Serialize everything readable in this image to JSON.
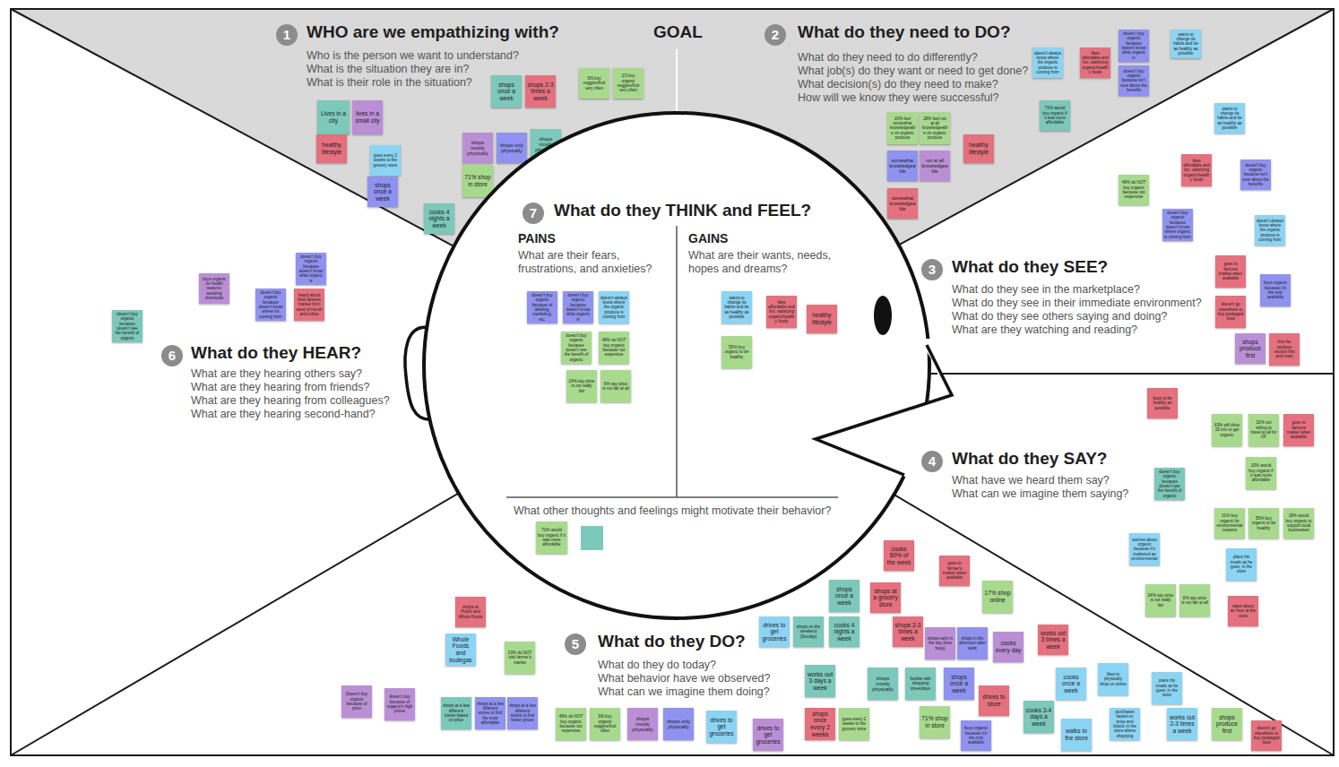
{
  "diagram": {
    "nodes": [
      {
        "text": [
          "1",
          "WHO are we empathizing with?",
          "Who is the person we want to understand?",
          "What is the situation they are in?",
          "What is their role in the situation?"
        ]
      },
      {
        "text": [
          "Lives in a city"
        ],
        "in": 0
      },
      {
        "text": [
          "lives in a small city"
        ],
        "in": 0
      },
      {
        "text": [
          "healthy lifestyle"
        ],
        "in": 0
      },
      {
        "text": [
          "goes every 2 weeks to the grocery store"
        ],
        "in": 0
      },
      {
        "text": [
          "shops once a week"
        ],
        "in": 0
      },
      {
        "text": [
          "shops once a week"
        ],
        "in": 0
      },
      {
        "text": [
          "shops 2-3 times a week"
        ],
        "in": 0
      },
      {
        "text": [
          "5/6 buy veggies/fruit very often"
        ],
        "in": 0
      },
      {
        "text": [
          "2/3 buy organic veggies/fruit very often"
        ],
        "in": 0
      },
      {
        "text": [
          "shops mostly physically"
        ],
        "in": 0
      },
      {
        "text": [
          "shops only physically"
        ],
        "in": 0
      },
      {
        "text": [
          "shops mostly physically"
        ],
        "in": 0
      },
      {
        "text": [
          "71% shop in store"
        ],
        "in": 0
      },
      {
        "text": [
          "cooks 4 nights a week"
        ],
        "in": 0
      },
      {
        "text": [
          "2",
          "What do they need to DO?",
          "What do they need to do differently?",
          "What job(s) do they want or need to get done?",
          "What decision(s) do they need to make?",
          "How will we know they were successful?"
        ]
      },
      {
        "text": [
          "20% feel somewhat knowledgeable on organic produce"
        ],
        "in": 15
      },
      {
        "text": [
          "28% feel not at all knowledgeable on organic produce"
        ],
        "in": 15
      },
      {
        "text": [
          "healthy lifestyle"
        ],
        "in": 15
      },
      {
        "text": [
          "somewhat knowledgeable"
        ],
        "in": 15
      },
      {
        "text": [
          "not at all knowledgeable"
        ],
        "in": 15
      },
      {
        "text": [
          "somewhat knowledgeable"
        ],
        "in": 15
      },
      {
        "text": [
          "doesn't always know where the organic produce is coming from"
        ],
        "in": 15
      },
      {
        "text": [
          "likes affordable and fun, satisfying organic/healthy foods"
        ],
        "in": 15
      },
      {
        "text": [
          "doesn't buy organic because doesn't know what organic is"
        ],
        "in": 15
      },
      {
        "text": [
          "wants to change its habits and be as healthy as possible"
        ],
        "in": 15
      },
      {
        "text": [
          "doesn't buy organic because isn't sure about the benefits"
        ],
        "in": 15
      },
      {
        "text": [
          "71% would buy organic if it was more affordable"
        ],
        "in": 15
      },
      {
        "text": [
          "wants to change its habits and be as healthy as possible"
        ],
        "in": 15
      },
      {
        "text": [
          "49% do NOT buy organic because too expensive"
        ],
        "in": 15
      },
      {
        "text": [
          "likes affordable and fun, satisfying organic/healthy foods"
        ],
        "in": 15
      },
      {
        "text": [
          "doesn't buy organic because isn't sure about the benefits"
        ],
        "in": 15
      },
      {
        "text": [
          "doesn't buy organic because doesn't know where organic is coming from"
        ],
        "in": 15
      },
      {
        "text": [
          "doesn't always know where the organic produce is coming from"
        ],
        "in": 15
      },
      {
        "text": [
          "6",
          "What do they HEAR?",
          "What are they hearing others say?",
          "What are they hearing from friends?",
          "What are they hearing from colleagues?",
          "What are they hearing second-hand?"
        ]
      },
      {
        "text": [
          "doesn't buy organic because doesn't see the benefit of organic"
        ],
        "in": 34
      },
      {
        "text": [
          "buys organic for health reasons, avoiding chemicals"
        ],
        "in": 34
      },
      {
        "text": [
          "doesn't buy organic because doesn't know what organic is"
        ],
        "in": 34
      },
      {
        "text": [
          "doesn't buy organic because doesn't know where it's coming from"
        ],
        "in": 34
      },
      {
        "text": [
          "heard about their farmers market from word of mouth and online"
        ],
        "in": 34
      },
      {
        "text": [
          "7",
          "What do they THINK and FEEL?"
        ]
      },
      {
        "text": [
          "PAINS",
          "What are their fears, frustrations, and anxieties?"
        ],
        "in": 40
      },
      {
        "text": [
          "doesn't buy organic because of labeling, marketing, etc."
        ],
        "in": 41
      },
      {
        "text": [
          "doesn't buy organic because doesn't know what organic is"
        ],
        "in": 41
      },
      {
        "text": [
          "doesn't always know where the organic produce is coming from"
        ],
        "in": 41
      },
      {
        "text": [
          "doesn't buy organic because doesn't see the benefit of organic"
        ],
        "in": 41
      },
      {
        "text": [
          "49% do NOT buy organic because too expensive"
        ],
        "in": 41
      },
      {
        "text": [
          "24% say price is not really fair"
        ],
        "in": 41
      },
      {
        "text": [
          "6% say price is not fair at all"
        ],
        "in": 41
      },
      {
        "text": [
          "GAINS",
          "What are their wants, needs, hopes and dreams?"
        ],
        "in": 40
      },
      {
        "text": [
          "wants to change its habits and be as healthy as possible"
        ],
        "in": 49
      },
      {
        "text": [
          "likes affordable and fun, satisfying organic/healthy foods"
        ],
        "in": 49
      },
      {
        "text": [
          "healthy lifestyle"
        ],
        "in": 49
      },
      {
        "text": [
          "55% buy organic to be healthy"
        ],
        "in": 49
      },
      {
        "text": [
          "What other thoughts and feelings might motivate their behavior?"
        ],
        "in": 40
      },
      {
        "text": [
          "71% would buy organic if it was more affordable"
        ],
        "in": 54
      },
      {
        "text": [
          "3",
          "What do they SEE?",
          "What do they see in the marketplace?",
          "What do they see in their immediate environment?",
          "What do they see others saying and doing?",
          "What are they watching and reading?"
        ]
      },
      {
        "text": [
          "goes to farmers market when available"
        ],
        "in": 56
      },
      {
        "text": [
          "buys organic because it's the only available"
        ],
        "in": 56
      },
      {
        "text": [
          "doesn't go elsewhere to buy packaged food"
        ],
        "in": 56
      },
      {
        "text": [
          "shops produce first"
        ],
        "in": 56
      },
      {
        "text": [
          "hits the produce section first and most"
        ],
        "in": 56
      },
      {
        "text": [
          "4",
          "What do they SAY?",
          "What have we heard them say?",
          "What can we imagine them saying?"
        ]
      },
      {
        "text": [
          "buys to be healthy as possible"
        ],
        "in": 62
      },
      {
        "text": [
          "63% will drive 15 min to get organic"
        ],
        "in": 62
      },
      {
        "text": [
          "32% not willing to travel at all for OF"
        ],
        "in": 62
      },
      {
        "text": [
          "goes to farmers market when available"
        ],
        "in": 62
      },
      {
        "text": [
          "doesn't buy organic because doesn't see the benefit of organic"
        ],
        "in": 62
      },
      {
        "text": [
          "33% would buy organic if it was more affordable"
        ],
        "in": 62
      },
      {
        "text": [
          "31% buy organic for environmental reasons"
        ],
        "in": 62
      },
      {
        "text": [
          "55% buy organic to be healthy"
        ],
        "in": 62
      },
      {
        "text": [
          "18% would buy organic to support local businesses"
        ],
        "in": 62
      },
      {
        "text": [
          "worries about organic because it's marketed as environmental"
        ],
        "in": 62
      },
      {
        "text": [
          "plans his meals as he goes, in the store"
        ],
        "in": 62
      },
      {
        "text": [
          "24% say price is not really fair"
        ],
        "in": 62
      },
      {
        "text": [
          "6% say price is not fair at all"
        ],
        "in": 62
      },
      {
        "text": [
          "takes about an hour at the store"
        ],
        "in": 62
      },
      {
        "text": [
          "5",
          "What do they DO?",
          "What do they do today?",
          "What behavior have we observed?",
          "What can we imagine them doing?"
        ]
      },
      {
        "text": [
          "cooks 80% of the week"
        ],
        "in": 77
      },
      {
        "text": [
          "goes to farmer's market when available"
        ],
        "in": 77
      },
      {
        "text": [
          "17% shop online"
        ],
        "in": 77
      },
      {
        "text": [
          "shops once a week"
        ],
        "in": 77
      },
      {
        "text": [
          "shops at a grocery store"
        ],
        "in": 77
      },
      {
        "text": [
          "drives to get groceries"
        ],
        "in": 77
      },
      {
        "text": [
          "shops on the weekend (Sunday)"
        ],
        "in": 77
      },
      {
        "text": [
          "cooks 4 nights a week"
        ],
        "in": 77
      },
      {
        "text": [
          "shops 2-3 times a week"
        ],
        "in": 77
      },
      {
        "text": [
          "shops early in the day (less busy)"
        ],
        "in": 77
      },
      {
        "text": [
          "shops in the afternoon after work"
        ],
        "in": 77
      },
      {
        "text": [
          "cooks every day"
        ],
        "in": 77
      },
      {
        "text": [
          "works out 3 times a week"
        ],
        "in": 77
      },
      {
        "text": [
          "works out 3 days a week"
        ],
        "in": 77
      },
      {
        "text": [
          "shops mostly physically"
        ],
        "in": 77
      },
      {
        "text": [
          "flexible with shopping times/days"
        ],
        "in": 77
      },
      {
        "text": [
          "shops once a week"
        ],
        "in": 77
      },
      {
        "text": [
          "drives to store"
        ],
        "in": 77
      },
      {
        "text": [
          "cooks once a week"
        ],
        "in": 77
      },
      {
        "text": [
          "likes to physically shop vs online"
        ],
        "in": 77
      },
      {
        "text": [
          "plans his meals as he goes, in the store"
        ],
        "in": 77
      },
      {
        "text": [
          "cooks 3-4 days a week"
        ],
        "in": 77
      },
      {
        "text": [
          "71% shop in store"
        ],
        "in": 77
      },
      {
        "text": [
          "buys organic because it's the only available"
        ],
        "in": 77
      },
      {
        "text": [
          "walks to the store"
        ],
        "in": 77
      },
      {
        "text": [
          "purchases based on price and brand, in the store where shopping"
        ],
        "in": 77
      },
      {
        "text": [
          "works out 2-3 times a week"
        ],
        "in": 77
      },
      {
        "text": [
          "shops produce first"
        ],
        "in": 77
      },
      {
        "text": [
          "doesn't go elsewhere to buy packaged food"
        ],
        "in": 77
      },
      {
        "text": [
          "shops once every 2 weeks"
        ],
        "in": 77
      },
      {
        "text": [
          "goes every 2 weeks to the grocery store"
        ],
        "in": 77
      },
      {
        "text": [
          "drives to get groceries"
        ],
        "in": 77
      },
      {
        "text": [
          "drives to get groceries"
        ],
        "in": 77
      },
      {
        "text": [
          "shops mostly physically"
        ],
        "in": 77
      },
      {
        "text": [
          "shops only physically"
        ],
        "in": 77
      },
      {
        "text": [
          "49% do NOT buy organic because too expensive"
        ],
        "in": 77
      },
      {
        "text": [
          "5/6 buy organic veggies/fruit often"
        ],
        "in": 77
      },
      {
        "text": [
          "shops at Publix and Whole Foods"
        ],
        "in": 77
      },
      {
        "text": [
          "Whole Foods and bodegas"
        ],
        "in": 77
      },
      {
        "text": [
          "23% do NOT visit farmer's market"
        ],
        "in": 77
      },
      {
        "text": [
          "Doesn't buy organic because of price"
        ],
        "in": 77
      },
      {
        "text": [
          "doesn't buy because of organic's high prices"
        ],
        "in": 77
      },
      {
        "text": [
          "shops at a few different stores based on price"
        ],
        "in": 77
      },
      {
        "text": [
          "shops at a few different stores to find the most affordable"
        ],
        "in": 77
      },
      {
        "text": [
          "shops at a few different stores to find better prices"
        ],
        "in": 77
      }
    ],
    "labels": [
      "GOAL"
    ]
  }
}
